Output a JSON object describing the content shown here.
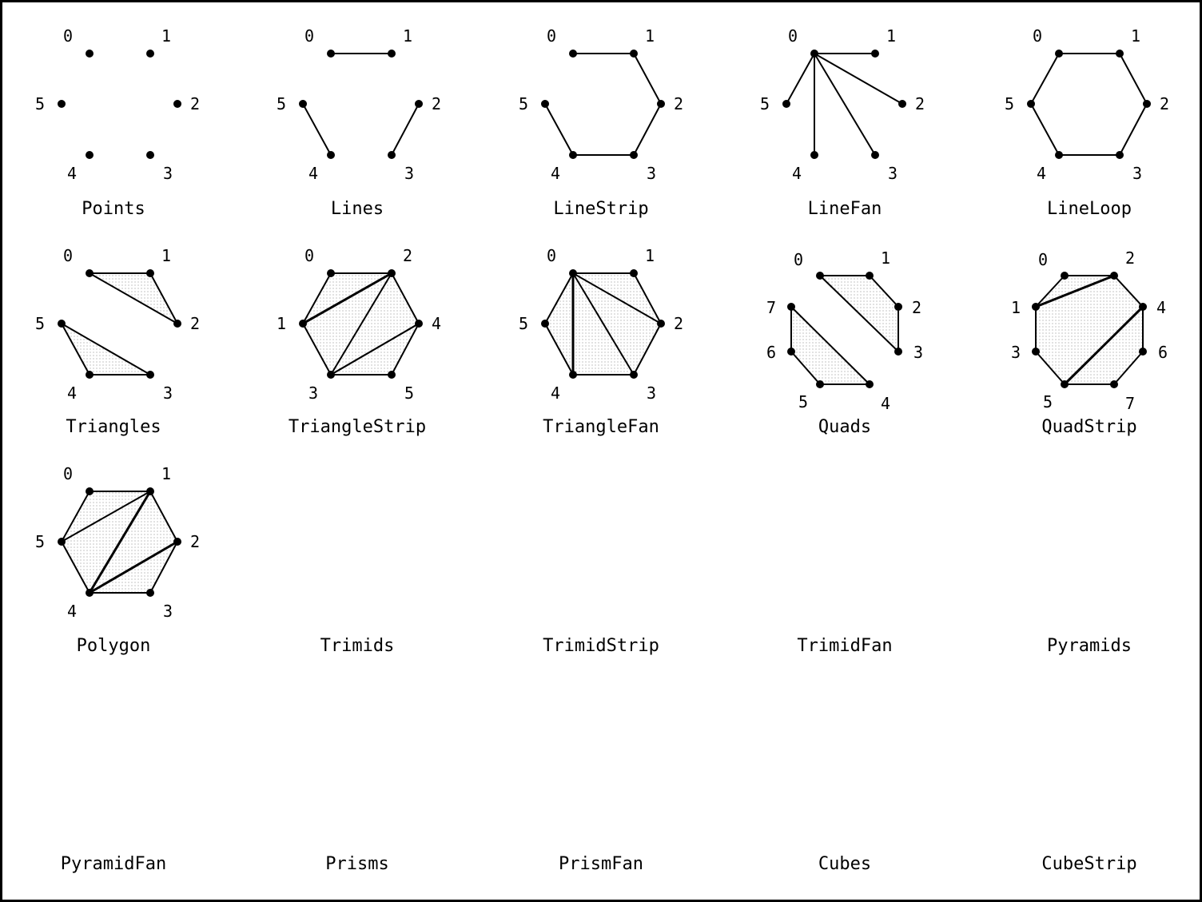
{
  "colors": {
    "line": "#000000",
    "fill_dots": "#9a9a9a",
    "background": "#ffffff"
  },
  "primitives": [
    {
      "key": "points",
      "title": "Points",
      "vertex_labels": [
        "0",
        "1",
        "2",
        "3",
        "4",
        "5"
      ]
    },
    {
      "key": "lines",
      "title": "Lines",
      "vertex_labels": [
        "0",
        "1",
        "2",
        "3",
        "4",
        "5"
      ]
    },
    {
      "key": "linestrip",
      "title": "LineStrip",
      "vertex_labels": [
        "0",
        "1",
        "2",
        "3",
        "4",
        "5"
      ]
    },
    {
      "key": "linefan",
      "title": "LineFan",
      "vertex_labels": [
        "0",
        "1",
        "2",
        "3",
        "4",
        "5"
      ]
    },
    {
      "key": "lineloop",
      "title": "LineLoop",
      "vertex_labels": [
        "0",
        "1",
        "2",
        "3",
        "4",
        "5"
      ]
    },
    {
      "key": "triangles",
      "title": "Triangles",
      "vertex_labels": [
        "0",
        "1",
        "2",
        "3",
        "4",
        "5"
      ]
    },
    {
      "key": "trianglestrip",
      "title": "TriangleStrip",
      "vertex_labels": [
        "0",
        "2",
        "4",
        "5",
        "3",
        "1"
      ]
    },
    {
      "key": "trianglefan",
      "title": "TriangleFan",
      "vertex_labels": [
        "0",
        "1",
        "2",
        "3",
        "4",
        "5"
      ]
    },
    {
      "key": "quads",
      "title": "Quads",
      "vertex_labels": [
        "0",
        "1",
        "2",
        "3",
        "4",
        "5",
        "6",
        "7"
      ]
    },
    {
      "key": "quadstrip",
      "title": "QuadStrip",
      "vertex_labels": [
        "0",
        "2",
        "4",
        "6",
        "7",
        "5",
        "3",
        "1"
      ]
    },
    {
      "key": "polygon",
      "title": "Polygon",
      "vertex_labels": [
        "0",
        "1",
        "2",
        "3",
        "4",
        "5"
      ]
    },
    {
      "key": "trimids",
      "title": "Trimids",
      "vertex_labels": []
    },
    {
      "key": "trimidstrip",
      "title": "TrimidStrip",
      "vertex_labels": []
    },
    {
      "key": "trimidfan",
      "title": "TrimidFan",
      "vertex_labels": []
    },
    {
      "key": "pyramids",
      "title": "Pyramids",
      "vertex_labels": []
    },
    {
      "key": "pyramidfan",
      "title": "PyramidFan",
      "vertex_labels": []
    },
    {
      "key": "prisms",
      "title": "Prisms",
      "vertex_labels": []
    },
    {
      "key": "prismfan",
      "title": "PrismFan",
      "vertex_labels": []
    },
    {
      "key": "cubes",
      "title": "Cubes",
      "vertex_labels": []
    },
    {
      "key": "cubestrip",
      "title": "CubeStrip",
      "vertex_labels": []
    }
  ]
}
